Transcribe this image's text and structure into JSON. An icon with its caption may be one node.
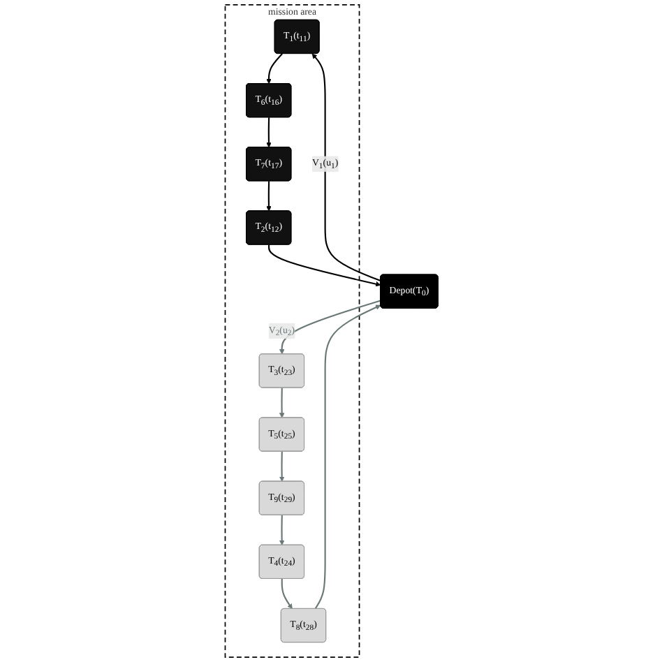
{
  "diagram": {
    "nodes": [
      {
        "text": [
          "mission area"
        ]
      },
      {
        "text": [
          "Depot(T$_{0}$)"
        ]
      },
      {
        "text": [
          "T$_{1}$(t$_{11}$)"
        ],
        "in": 0
      },
      {
        "text": [
          "T$_{6}$(t$_{16}$)"
        ],
        "in": 0
      },
      {
        "text": [
          "T$_{7}$(t$_{17}$)"
        ],
        "in": 0
      },
      {
        "text": [
          "T$_{2}$(t$_{12}$)"
        ],
        "in": 0
      },
      {
        "text": [
          "T$_{5}$(t$_{25}$)"
        ],
        "in": 0
      },
      {
        "text": [
          "T$_{3}$(t$_{23}$)"
        ],
        "in": 0
      },
      {
        "text": [
          "T$_{9}$(t$_{29}$)"
        ],
        "in": 0
      },
      {
        "text": [
          "T$_{4}$(t$_{24}$)"
        ],
        "in": 0
      },
      {
        "text": [
          "T$_{8}$(t$_{28}$)"
        ],
        "in": 0
      }
    ],
    "edges": [
      {
        "from": 1,
        "to": 2,
        "arrow": "to",
        "label": "V$_{1}$(u$_{1}$)",
        "color": "#000000"
      },
      {
        "from": 2,
        "to": 3,
        "arrow": "to",
        "color": "#000000"
      },
      {
        "from": 3,
        "to": 4,
        "arrow": "to",
        "color": "#000000"
      },
      {
        "from": 4,
        "to": 5,
        "arrow": "to",
        "color": "#000000"
      },
      {
        "from": 5,
        "to": 1,
        "arrow": "to",
        "color": "#000000"
      },
      {
        "from": 1,
        "to": 7,
        "arrow": "to",
        "label": "V$_{2}$(u$_{2}$)"
      },
      {
        "from": 7,
        "to": 6,
        "arrow": "to"
      },
      {
        "from": 6,
        "to": 8,
        "arrow": "to"
      },
      {
        "from": 8,
        "to": 9,
        "arrow": "to"
      },
      {
        "from": 9,
        "to": 10,
        "arrow": "to"
      },
      {
        "from": 10,
        "to": 1,
        "arrow": "to"
      }
    ]
  }
}
